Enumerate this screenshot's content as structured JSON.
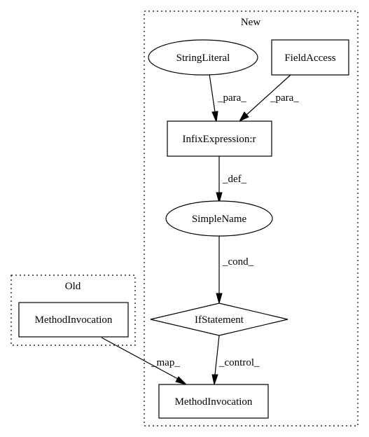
{
  "clusters": {
    "new": {
      "title": "New"
    },
    "old": {
      "title": "Old"
    }
  },
  "nodes": {
    "string_literal": "StringLiteral",
    "field_access": "FieldAccess",
    "infix_expression": "InfixExpression:r",
    "simple_name": "SimpleName",
    "if_statement": "IfStatement",
    "method_invocation_new": "MethodInvocation",
    "method_invocation_old": "MethodInvocation"
  },
  "edges": {
    "string_to_infix": "_para_",
    "field_to_infix": "_para_",
    "infix_to_simple": "_def_",
    "simple_to_if": "_cond_",
    "if_to_method": "_control_",
    "old_to_new_method": "_map_"
  }
}
